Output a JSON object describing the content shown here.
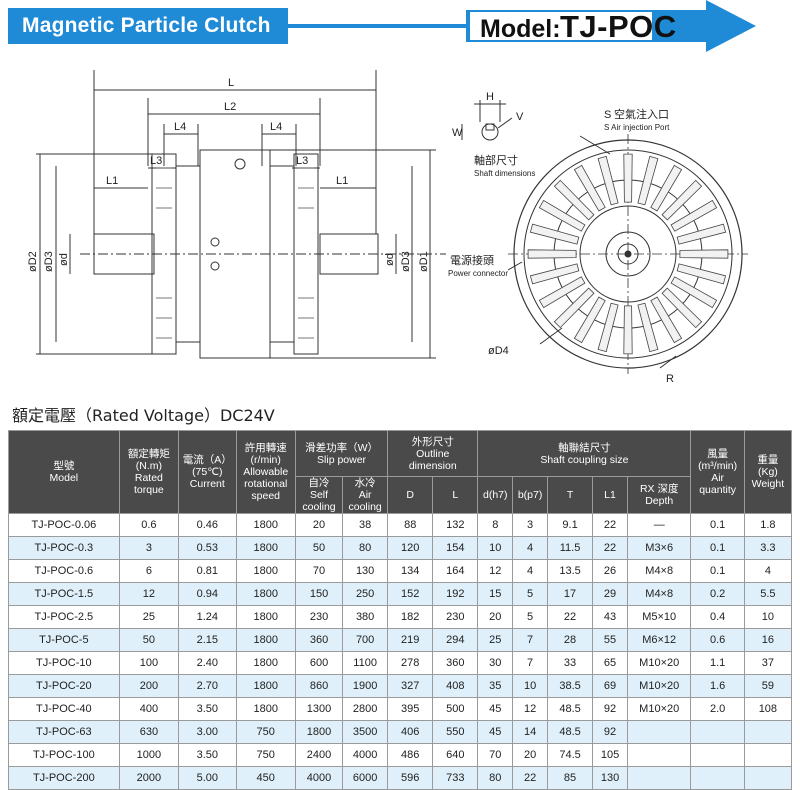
{
  "header": {
    "title": "Magnetic Particle Clutch",
    "model_label": "Model:",
    "model_code": "TJ-POC",
    "accent_color": "#1f8bd6"
  },
  "drawing": {
    "dims": {
      "L": "L",
      "L2": "L2",
      "L4_left": "L4",
      "L4_right": "L4",
      "L3_left": "L3",
      "L3_right": "L3",
      "L1_left": "L1",
      "L1_right": "L1",
      "D2_left": "øD2",
      "D3_left": "øD3",
      "d_left": "ød",
      "d_right": "ød",
      "D3_right": "øD3",
      "D1_right": "øD1",
      "H": "H",
      "V": "V",
      "W": "W",
      "D4": "øD4",
      "R": "R",
      "S": "S"
    },
    "shaft_dimensions_cn": "軸部尺寸",
    "shaft_dimensions_en": "Shaft dimensions",
    "air_injection_cn": "空氣注入口",
    "air_injection_en": "S Air injection Port",
    "power_connector_cn": "電源接頭",
    "power_connector_en": "Power connector"
  },
  "rated_voltage": "額定電壓（Rated Voltage）DC24V",
  "table": {
    "headers": {
      "model": [
        "型號",
        "Model"
      ],
      "torque": [
        "額定轉矩",
        "(N.m)",
        "Rated",
        "torque"
      ],
      "current": [
        "電流（A）",
        "(75℃)",
        "Current"
      ],
      "speed": [
        "許用轉速",
        "(r/min)",
        "Allowable",
        "rotational",
        "speed"
      ],
      "slip": [
        "滑差功率（W）",
        "Slip power"
      ],
      "self_cooling": [
        "自冷",
        "Self",
        "cooling"
      ],
      "air_cooling": [
        "水冷",
        "Air",
        "cooling"
      ],
      "outline": [
        "外形尺寸",
        "Outline",
        "dimension"
      ],
      "D": "D",
      "L": "L",
      "shaft": [
        "軸聯結尺寸",
        "Shaft coupling size"
      ],
      "dh7": "d(h7)",
      "bp7": "b(p7)",
      "T": "T",
      "L1": "L1",
      "rx": [
        "RX 深度",
        "Depth"
      ],
      "air_qty": [
        "風量",
        "(m³/min)",
        "Air",
        "quantity"
      ],
      "weight": [
        "重量",
        "(Kg)",
        "Weight"
      ]
    },
    "rows": [
      [
        "TJ-POC-0.06",
        "0.6",
        "0.46",
        "1800",
        "20",
        "38",
        "88",
        "132",
        "8",
        "3",
        "9.1",
        "22",
        "—",
        "0.1",
        "1.8"
      ],
      [
        "TJ-POC-0.3",
        "3",
        "0.53",
        "1800",
        "50",
        "80",
        "120",
        "154",
        "10",
        "4",
        "11.5",
        "22",
        "M3×6",
        "0.1",
        "3.3"
      ],
      [
        "TJ-POC-0.6",
        "6",
        "0.81",
        "1800",
        "70",
        "130",
        "134",
        "164",
        "12",
        "4",
        "13.5",
        "26",
        "M4×8",
        "0.1",
        "4"
      ],
      [
        "TJ-POC-1.5",
        "12",
        "0.94",
        "1800",
        "150",
        "250",
        "152",
        "192",
        "15",
        "5",
        "17",
        "29",
        "M4×8",
        "0.2",
        "5.5"
      ],
      [
        "TJ-POC-2.5",
        "25",
        "1.24",
        "1800",
        "230",
        "380",
        "182",
        "230",
        "20",
        "5",
        "22",
        "43",
        "M5×10",
        "0.4",
        "10"
      ],
      [
        "TJ-POC-5",
        "50",
        "2.15",
        "1800",
        "360",
        "700",
        "219",
        "294",
        "25",
        "7",
        "28",
        "55",
        "M6×12",
        "0.6",
        "16"
      ],
      [
        "TJ-POC-10",
        "100",
        "2.40",
        "1800",
        "600",
        "1100",
        "278",
        "360",
        "30",
        "7",
        "33",
        "65",
        "M10×20",
        "1.1",
        "37"
      ],
      [
        "TJ-POC-20",
        "200",
        "2.70",
        "1800",
        "860",
        "1900",
        "327",
        "408",
        "35",
        "10",
        "38.5",
        "69",
        "M10×20",
        "1.6",
        "59"
      ],
      [
        "TJ-POC-40",
        "400",
        "3.50",
        "1800",
        "1300",
        "2800",
        "395",
        "500",
        "45",
        "12",
        "48.5",
        "92",
        "M10×20",
        "2.0",
        "108"
      ],
      [
        "TJ-POC-63",
        "630",
        "3.00",
        "750",
        "1800",
        "3500",
        "406",
        "550",
        "45",
        "14",
        "48.5",
        "92",
        "",
        "",
        ""
      ],
      [
        "TJ-POC-100",
        "1000",
        "3.50",
        "750",
        "2400",
        "4000",
        "486",
        "640",
        "70",
        "20",
        "74.5",
        "105",
        "",
        "",
        ""
      ],
      [
        "TJ-POC-200",
        "2000",
        "5.00",
        "450",
        "4000",
        "6000",
        "596",
        "733",
        "80",
        "22",
        "85",
        "130",
        "",
        "",
        ""
      ]
    ],
    "row_tint": "#dff0fa",
    "header_bg": "#4a4a4a"
  }
}
